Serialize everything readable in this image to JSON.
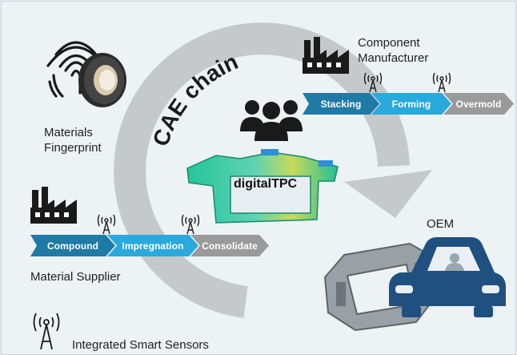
{
  "labels": {
    "materials_fingerprint_line1": "Materials",
    "materials_fingerprint_line2": "Fingerprint",
    "component_manufacturer_line1": "Component",
    "component_manufacturer_line2": "Manufacturer",
    "cae_chain": "CAE chain",
    "digital_tpc": "digitalTPC",
    "oem": "OEM",
    "material_supplier": "Material Supplier",
    "integrated_smart_sensors": "Integrated Smart Sensors"
  },
  "top_process": [
    {
      "label": "Stacking",
      "color": "#1f7aa6"
    },
    {
      "label": "Forming",
      "color": "#29a9dc"
    },
    {
      "label": "Overmold",
      "color": "#9a9a9a"
    }
  ],
  "bottom_process": [
    {
      "label": "Compound",
      "color": "#1f7aa6"
    },
    {
      "label": "Impregnation",
      "color": "#29a9dc"
    },
    {
      "label": "Consolidate",
      "color": "#9a9a9a"
    }
  ],
  "colors": {
    "arc": "#c5c9cc",
    "car": "#1f5080",
    "factory": "#1a1a1a"
  }
}
